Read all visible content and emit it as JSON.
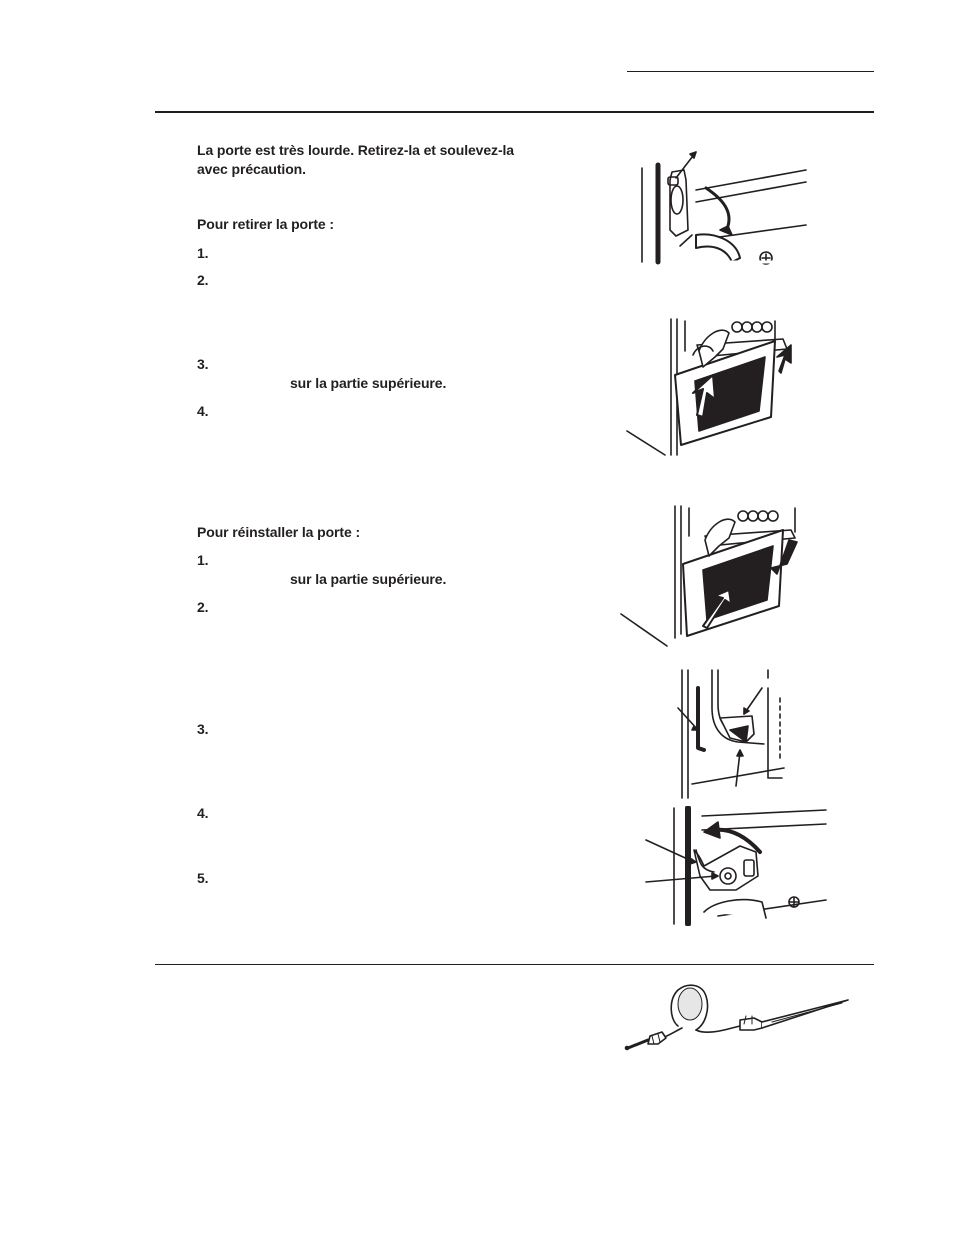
{
  "warning": {
    "line1": "La porte est très lourde. Retirez-la et soulevez-la",
    "line2": "avec précaution."
  },
  "remove": {
    "heading": "Pour retirer la porte :",
    "steps": [
      {
        "num": "1.",
        "text": ""
      },
      {
        "num": "2.",
        "text": ""
      },
      {
        "num": "3.",
        "text": "sur la partie supérieure."
      },
      {
        "num": "4.",
        "text": ""
      }
    ]
  },
  "reinstall": {
    "heading": "Pour réinstaller la porte :",
    "steps": [
      {
        "num": "1.",
        "text": "sur la partie supérieure."
      },
      {
        "num": "2.",
        "text": ""
      },
      {
        "num": "3.",
        "text": ""
      },
      {
        "num": "4.",
        "text": ""
      },
      {
        "num": "5.",
        "text": ""
      }
    ]
  }
}
